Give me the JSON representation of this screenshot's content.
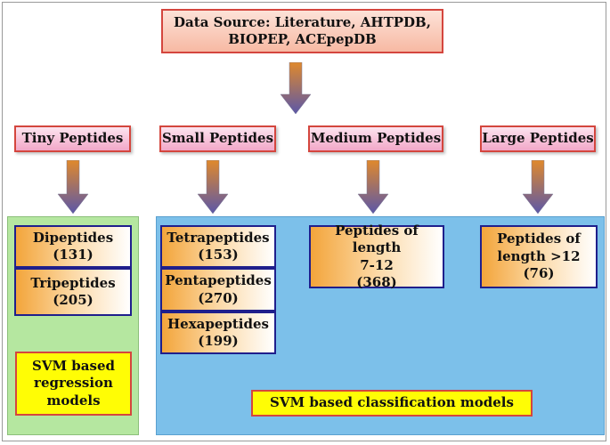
{
  "source": {
    "line1": "Data Source: Literature, AHTPDB,",
    "line2": "BIOPEP, ACEpepDB"
  },
  "categories": {
    "tiny": "Tiny Peptides",
    "small": "Small Peptides",
    "medium": "Medium Peptides",
    "large": "Large Peptides"
  },
  "peptides": {
    "dipeptides": {
      "name": "Dipeptides",
      "count": "(131)"
    },
    "tripeptides": {
      "name": "Tripeptides",
      "count": "(205)"
    },
    "tetrapeptides": {
      "name": "Tetrapeptides",
      "count": "(153)"
    },
    "pentapeptides": {
      "name": "Pentapeptides",
      "count": "(270)"
    },
    "hexapeptides": {
      "name": "Hexapeptides",
      "count": "(199)"
    },
    "medium": {
      "line1": "Peptides of length",
      "line2": "7-12",
      "count": "(368)"
    },
    "large": {
      "line1": "Peptides of",
      "line2": "length >12",
      "count": "(76)"
    }
  },
  "models": {
    "regression": {
      "line1": "SVM based",
      "line2": "regression",
      "line3": "models"
    },
    "classification": "SVM based classification models"
  },
  "colors": {
    "arrow_top": "#e0892c",
    "arrow_bottom": "#5b57a8",
    "green_panel": "#b5e7a0",
    "blue_panel": "#7cc0ea",
    "yellow_box": "#fffd05",
    "red_border": "#d4463e",
    "navy_border": "#1f1f8c"
  }
}
